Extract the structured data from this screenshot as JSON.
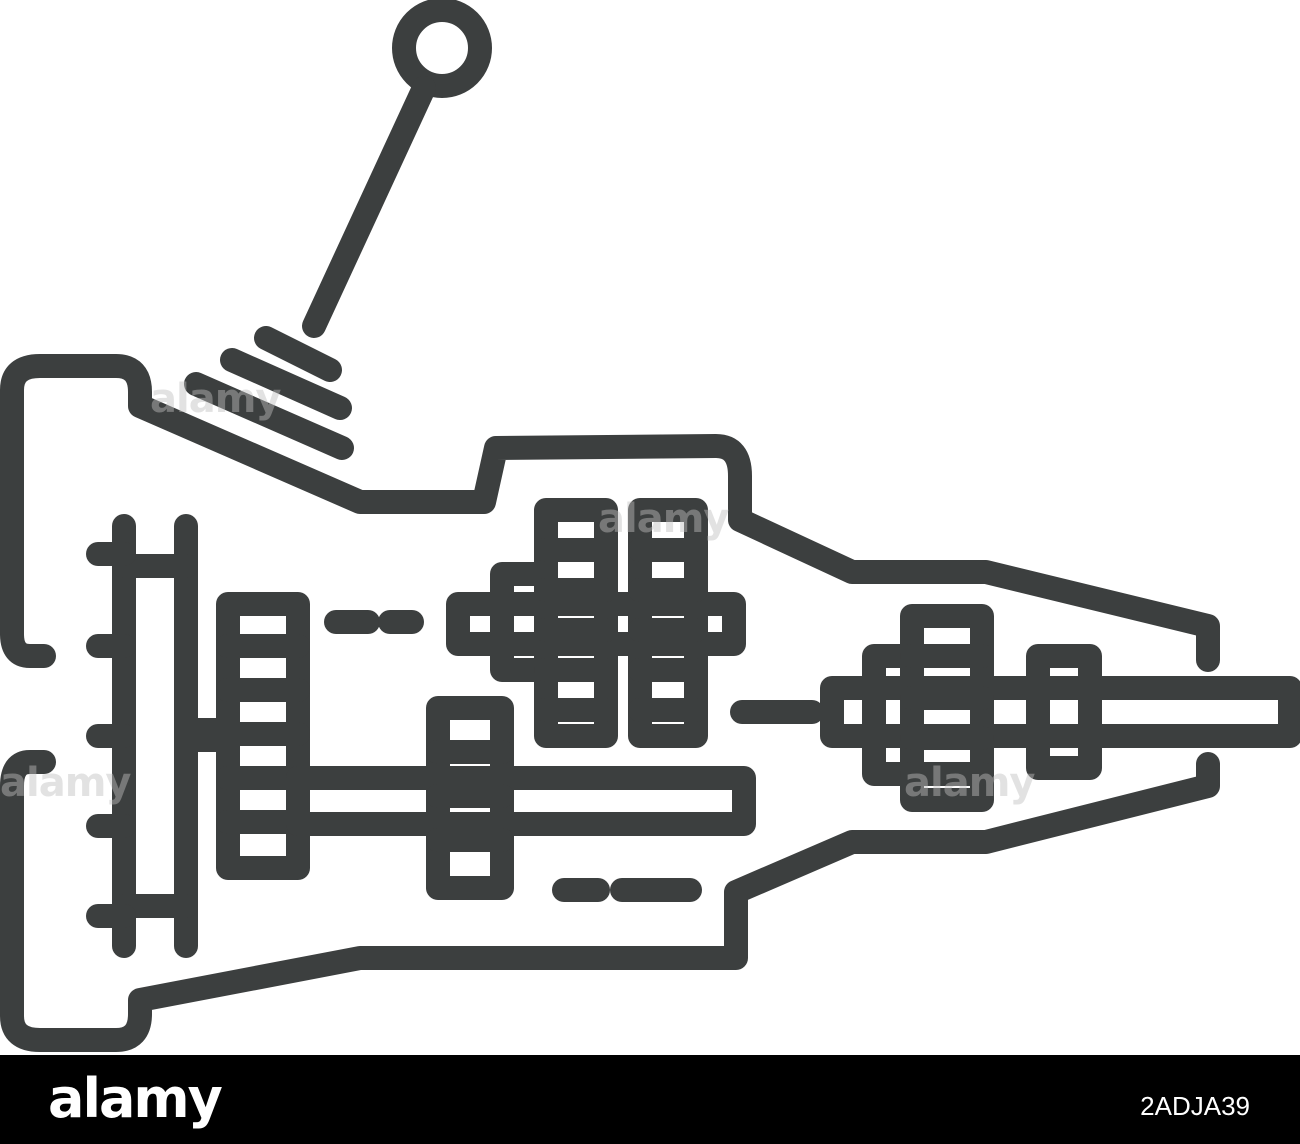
{
  "image": {
    "subject": "manual-transmission-gearbox-cutaway-line-icon",
    "stroke_color": "#3c3f3f",
    "background_color": "#ffffff"
  },
  "watermark": {
    "text": "alamy",
    "color": "#bebebe"
  },
  "footer": {
    "logo_text": "alamy",
    "image_code": "2ADJA39",
    "background_color": "#000000",
    "text_color": "#ffffff"
  }
}
